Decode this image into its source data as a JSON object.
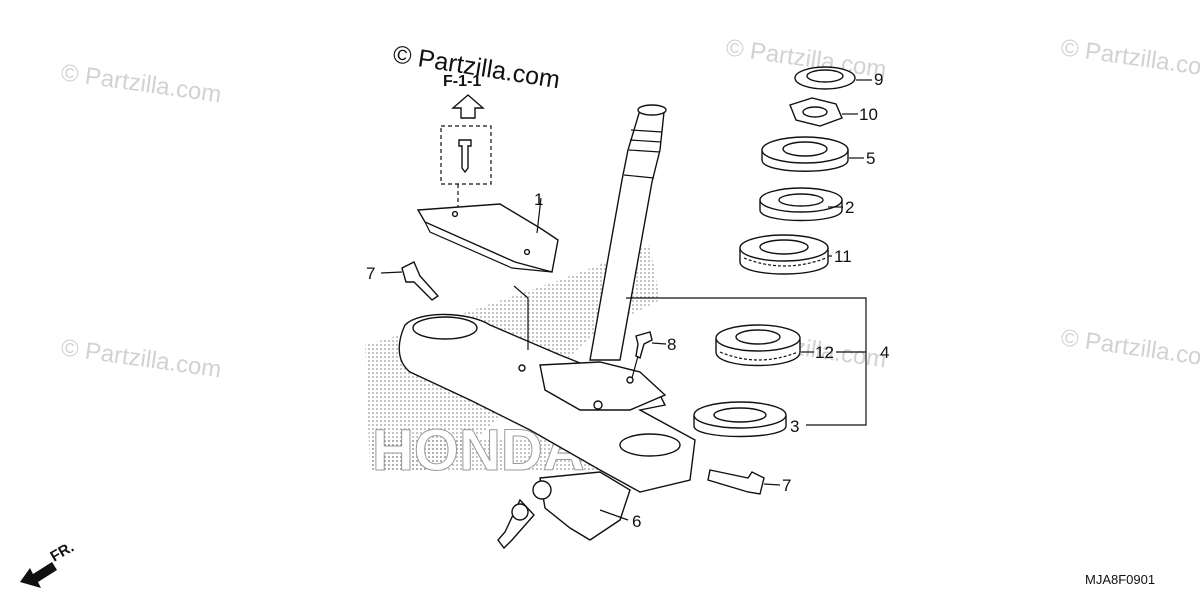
{
  "watermarks": {
    "main": "© Partzilla.com",
    "repeat": "© Partzilla.com"
  },
  "reference": {
    "label": "F-1-1"
  },
  "direction": {
    "label": "FR."
  },
  "diagram_code": "MJA8F0901",
  "background_logo": "HONDA",
  "callouts": {
    "c1": "1",
    "c2": "2",
    "c3": "3",
    "c4": "4",
    "c5": "5",
    "c6": "6",
    "c7a": "7",
    "c7b": "7",
    "c8": "8",
    "c9": "9",
    "c10": "10",
    "c11": "11",
    "c12": "12"
  }
}
